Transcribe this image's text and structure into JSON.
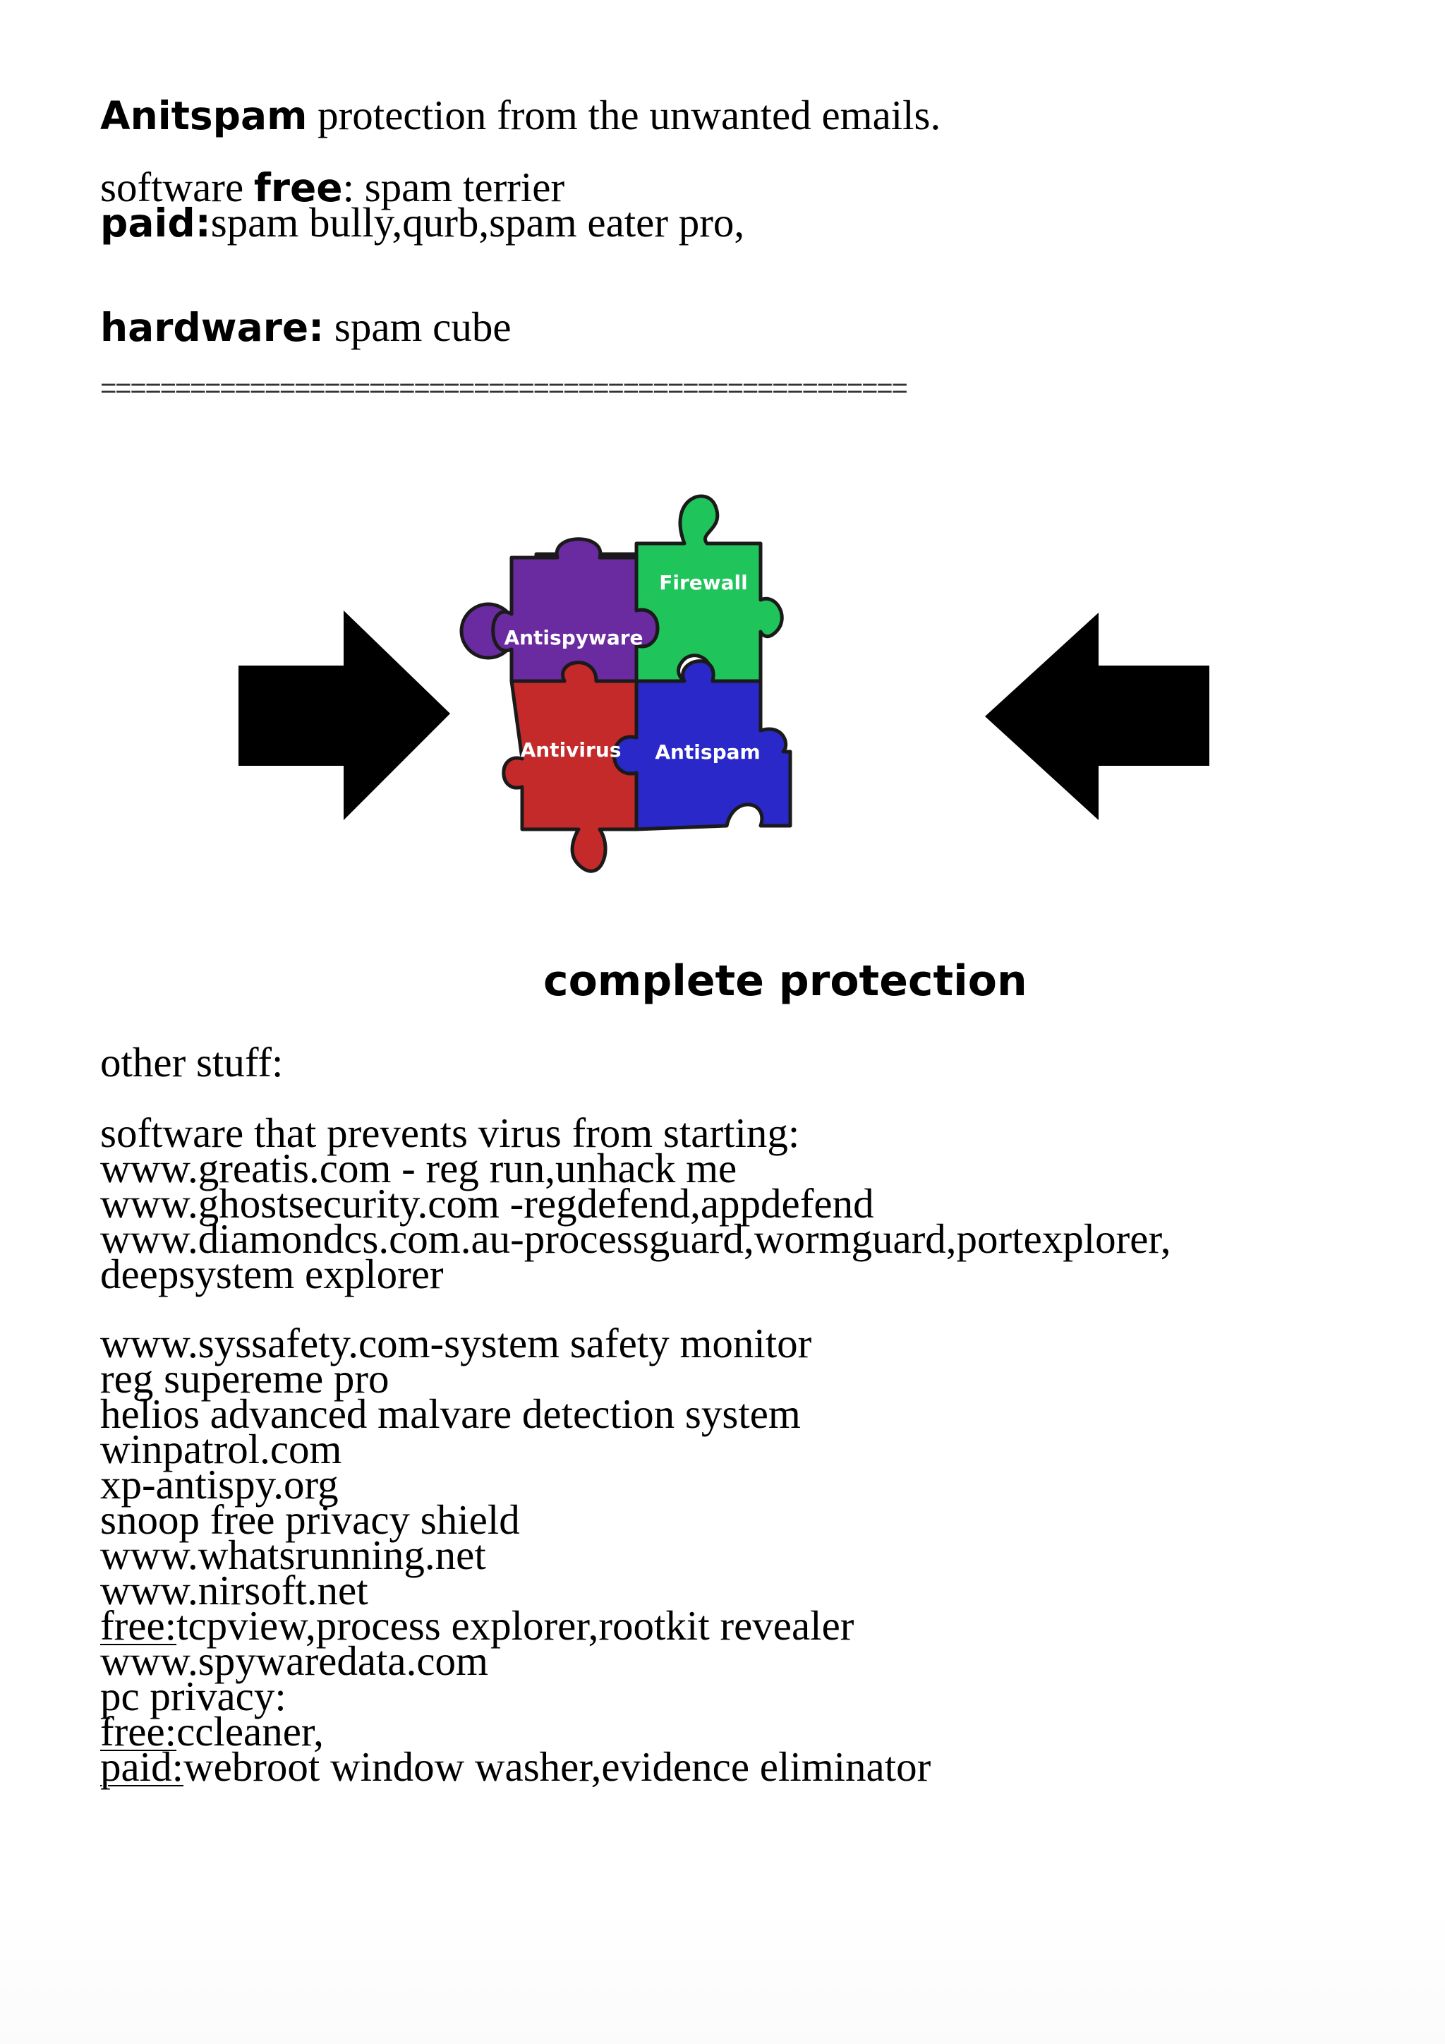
{
  "heading": {
    "keyword": "Anitspam",
    "rest": "protection from the unwanted emails."
  },
  "software": {
    "prefix": "software",
    "free_label": "free",
    "free_rest": ": spam terrier",
    "paid_label": "paid:",
    "paid_rest": "spam bully,qurb,spam eater pro,"
  },
  "hardware": {
    "label": "hardware:",
    "rest": "spam cube"
  },
  "divider": "======================================================",
  "figure": {
    "pieces": [
      "Firewall",
      "Antispyware",
      "Antivirus",
      "Antispam"
    ],
    "caption": "complete protection",
    "colors": {
      "purple": "#6a2aa0",
      "green": "#1fc45a",
      "red": "#c42a2a",
      "blue": "#2a28c8"
    }
  },
  "other": {
    "heading": "other stuff:",
    "block1": [
      "software that prevents virus from starting:",
      "www.greatis.com - reg run,unhack me",
      "www.ghostsecurity.com -regdefend,appdefend",
      "www.diamondcs.com.au-processguard,wormguard,portexplorer,",
      "deepsystem explorer"
    ],
    "block2": [
      "www.syssafety.com-system safety monitor",
      "reg supereme pro",
      "helios advanced malvare detection system",
      "winpatrol.com",
      "xp-antispy.org",
      "snoop free privacy shield",
      "www.whatsrunning.net",
      "www.nirsoft.net"
    ],
    "free1_label": "free:",
    "free1_rest": "tcpview,process explorer,rootkit revealer",
    "spywaredata": "www.spywaredata.com",
    "pc_privacy": "pc privacy:",
    "free2_label": "free:",
    "free2_rest": "ccleaner,",
    "paid_label": "paid:",
    "paid_rest": "webroot window washer,evidence eliminator"
  }
}
